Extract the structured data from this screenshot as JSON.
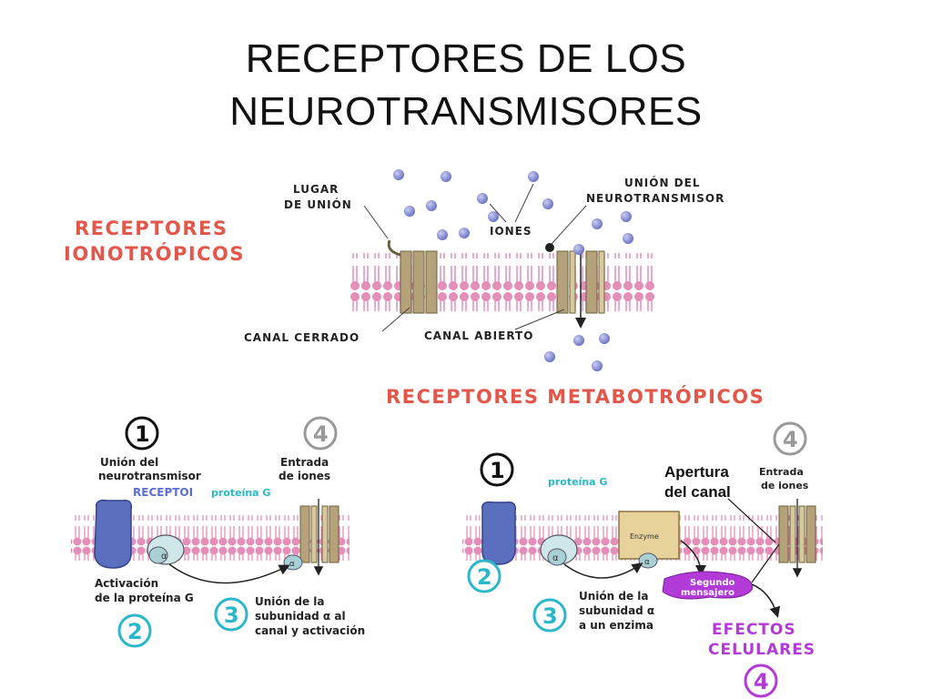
{
  "title": {
    "line1": "RECEPTORES DE LOS",
    "line2": "NEUROTRANSMISORES"
  },
  "ionotropic": {
    "heading_line1": "RECEPTORES",
    "heading_line2": "IONOTRÓPICOS",
    "binding_site_line1": "LUGAR",
    "binding_site_line2": "DE UNIÓN",
    "ions": "IONES",
    "nt_binding_line1": "UNIÓN DEL",
    "nt_binding_line2": "NEUROTRANSMISOR",
    "closed_channel": "CANAL CERRADO",
    "open_channel": "CANAL ABIERTO"
  },
  "metabotropic": {
    "heading": "RECEPTORES  METABOTRÓPICOS",
    "left": {
      "step1": "1",
      "step2": "2",
      "step3": "3",
      "step4": "4",
      "nt_union_line1": "Unión del",
      "nt_union_line2": "neurotransmisor",
      "receptor": "RECEPTOI",
      "g_protein": "proteína G",
      "ion_entry_line1": "Entrada",
      "ion_entry_line2": "de iones",
      "activation_line1": "Activación",
      "activation_line2": "de la proteína G",
      "subunit_line1": "Unión de la",
      "subunit_line2": "subunidad α al",
      "subunit_line3": "canal y activación",
      "alpha": "α"
    },
    "right": {
      "step1": "1",
      "step2": "2",
      "step3": "3",
      "step4a": "4",
      "step4b": "4",
      "g_protein": "proteína G",
      "opening_line1": "Apertura",
      "opening_line2": "del canal",
      "ion_entry_line1": "Entrada",
      "ion_entry_line2": "de iones",
      "enzyme": "Enzyme",
      "second_line1": "Segundo",
      "second_line2": "mensajero",
      "subunit_line1": "Unión de la",
      "subunit_line2": "subunidad α",
      "subunit_line3": "a un enzima",
      "effects_line1": "EFECTOS",
      "effects_line2": "CELULARES",
      "alpha": "α"
    }
  },
  "colors": {
    "membrane": "#e58fb8",
    "section_heading": "#e2574c",
    "receptor": "#5b6fbf",
    "channel": "#b5a27a",
    "ion": "#7f86cf",
    "step_cyan": "#2ab7c9",
    "effects": "#b23ad6"
  }
}
